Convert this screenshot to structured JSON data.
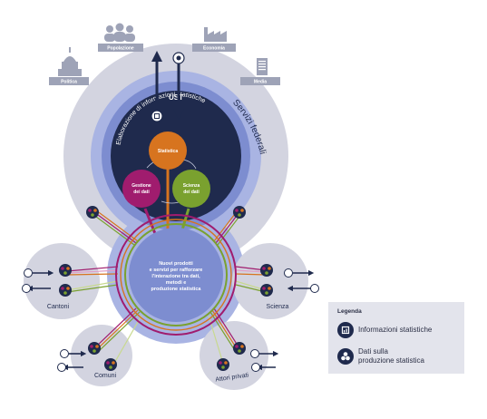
{
  "stakeholders": {
    "politica": "Politica",
    "popolazione": "Popolazione",
    "economia": "Economia",
    "media": "Media"
  },
  "core": {
    "ust": "UST",
    "servizi_federali": "Servizi federali",
    "elaborazione": "Elaborazione di informazioni statistiche",
    "statistica": "Statistica",
    "gestione_dati": [
      "Gestione",
      "dei dati"
    ],
    "scienza_dati": [
      "Scienza",
      "dei dati"
    ]
  },
  "hub": {
    "lines": [
      "Nuovi prodotti",
      "e servizi per rafforzare",
      "l'interazione tra dati,",
      "metodi e",
      "produzione statistica"
    ]
  },
  "partners": {
    "cantoni": "Cantoni",
    "scienza": "Scienza",
    "comuni": "Comuni",
    "attori_privati": "Attori privati"
  },
  "legend": {
    "title": "Legenda",
    "item1": "Informazioni statistiche",
    "item2_line1": "Dati sulla",
    "item2_line2": "produzione statistica"
  },
  "colors": {
    "navy": "#1f2a4d",
    "orange": "#d7741f",
    "magenta": "#a01c6e",
    "green": "#7aa12f",
    "blue": "#7d8dd0",
    "lightblue": "#a9b4e3",
    "grey": "#d3d4e0"
  }
}
